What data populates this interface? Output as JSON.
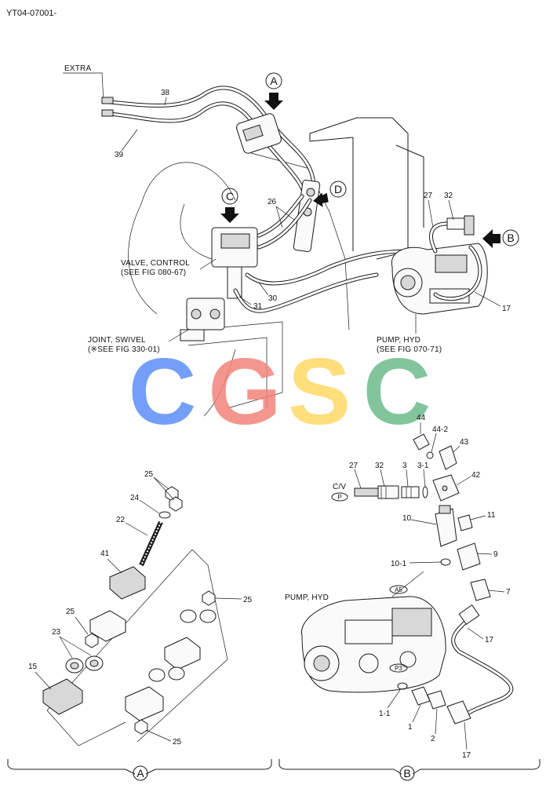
{
  "header": {
    "code": "YT04-07001-"
  },
  "labels": {
    "extra": "EXTRA",
    "valve_control": "VALVE, CONTROL",
    "valve_control_ref": "(SEE FIG 080-67)",
    "joint_swivel": "JOINT, SWIVEL",
    "joint_swivel_ref": "(※SEE FIG 330-01)",
    "pump_hyd_top": "PUMP, HYD",
    "pump_hyd_top_ref": "(SEE FIG 070-71)",
    "pump_hyd_bottom": "PUMP, HYD",
    "cv": "C/V"
  },
  "callouts": {
    "A": "A",
    "B": "B",
    "C": "C",
    "D": "D"
  },
  "section_labels": {
    "left": "A",
    "right": "B"
  },
  "port_tags": {
    "p": "P",
    "a5": "A5",
    "p3": "P3"
  },
  "watermark": {
    "letters": [
      "C",
      "G",
      "S",
      "C"
    ],
    "colors": [
      "#5b8ff9",
      "#f2847a",
      "#ffd966",
      "#6dbb8c"
    ]
  },
  "parts": {
    "top": {
      "p38": "38",
      "p39": "39",
      "p26": "26",
      "p27": "27",
      "p32": "32",
      "p31": "31",
      "p30": "30",
      "p17": "17"
    },
    "detail_a": {
      "p25a": "25",
      "p24": "24",
      "p22": "22",
      "p41": "41",
      "p25b": "25",
      "p23": "23",
      "p15": "15",
      "p25c": "25",
      "p25d": "25"
    },
    "detail_b": {
      "p44": "44",
      "p44_2": "44-2",
      "p43": "43",
      "p27": "27",
      "p32": "32",
      "p3": "3",
      "p3_1": "3-1",
      "p42": "42",
      "p11": "11",
      "p10": "10",
      "p9": "9",
      "p10_1": "10-1",
      "p7": "7",
      "p17a": "17",
      "p1_1": "1-1",
      "p1": "1",
      "p2": "2",
      "p17b": "17"
    }
  }
}
